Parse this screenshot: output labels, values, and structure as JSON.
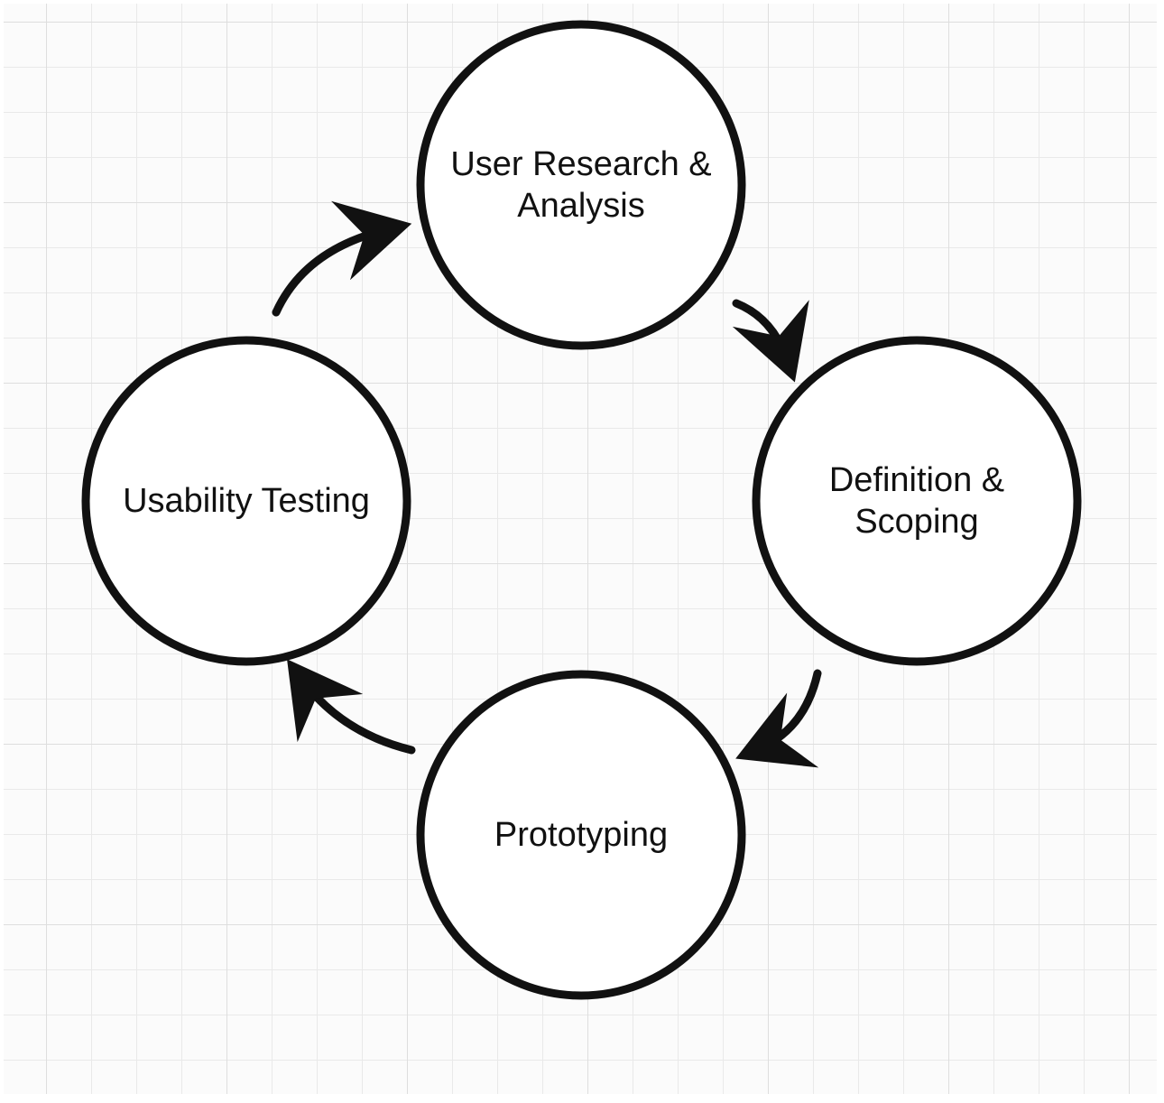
{
  "diagram": {
    "type": "cycle",
    "stroke_color": "#111111",
    "fill_color": "#ffffff",
    "nodes": [
      {
        "id": "user-research",
        "label": "User Research &\nAnalysis"
      },
      {
        "id": "definition",
        "label": "Definition &\nScoping"
      },
      {
        "id": "prototyping",
        "label": "Prototyping"
      },
      {
        "id": "usability-testing",
        "label": "Usability Testing"
      }
    ],
    "edges": [
      {
        "from": "user-research",
        "to": "definition"
      },
      {
        "from": "definition",
        "to": "prototyping"
      },
      {
        "from": "prototyping",
        "to": "usability-testing"
      },
      {
        "from": "usability-testing",
        "to": "user-research"
      }
    ]
  }
}
